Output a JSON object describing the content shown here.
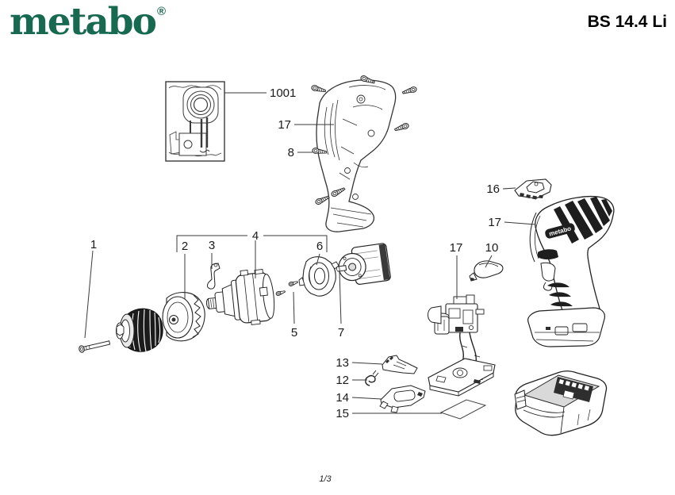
{
  "header": {
    "logo_text": "metabo",
    "logo_registered_mark": "®",
    "brand_green": "#17694f",
    "title": "BS 14.4 Li"
  },
  "footer": {
    "page_indicator": "1/3"
  },
  "diagram": {
    "description": "Exploded parts view of Metabo BS 14.4 Li cordless drill driver",
    "housing_badge_text": "metabo",
    "labels": [
      {
        "id": "callout-1001-chuck-detail-inset",
        "text": "1001"
      },
      {
        "id": "callout-17-left-housing-shell",
        "text": "17"
      },
      {
        "id": "callout-8-housing-screw",
        "text": "8"
      },
      {
        "id": "callout-1-spindle-lock-screw",
        "text": "1"
      },
      {
        "id": "callout-2-torque-ring",
        "text": "2"
      },
      {
        "id": "callout-3-retaining-clip",
        "text": "3"
      },
      {
        "id": "callout-4-gearbox-assembly",
        "text": "4"
      },
      {
        "id": "callout-6-clutch-flange",
        "text": "6"
      },
      {
        "id": "callout-5-gearbox-screws",
        "text": "5"
      },
      {
        "id": "callout-7-motor",
        "text": "7"
      },
      {
        "id": "callout-17-switch-assembly",
        "text": "17"
      },
      {
        "id": "callout-10-belt-hook",
        "text": "10"
      },
      {
        "id": "callout-16-belt-clip-mount",
        "text": "16"
      },
      {
        "id": "callout-17-right-housing-shell",
        "text": "17"
      },
      {
        "id": "callout-13-slider-button",
        "text": "13"
      },
      {
        "id": "callout-12-spring",
        "text": "12"
      },
      {
        "id": "callout-14-slide-switch",
        "text": "14"
      },
      {
        "id": "callout-15-label-sticker",
        "text": "15"
      }
    ]
  }
}
